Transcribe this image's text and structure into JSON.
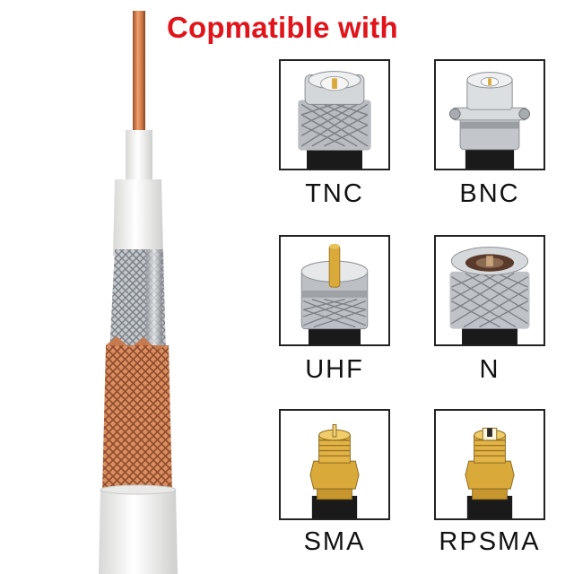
{
  "title": "Copmatible with",
  "connectors": [
    {
      "label": "TNC",
      "icon": "tnc-connector-icon"
    },
    {
      "label": "BNC",
      "icon": "bnc-connector-icon"
    },
    {
      "label": "UHF",
      "icon": "uhf-connector-icon"
    },
    {
      "label": "N",
      "icon": "n-connector-icon"
    },
    {
      "label": "SMA",
      "icon": "sma-connector-icon"
    },
    {
      "label": "RPSMA",
      "icon": "rpsma-connector-icon"
    }
  ],
  "colors": {
    "title": "#e0141a",
    "copper": "#c9784a",
    "silver": "#c8ccd0",
    "gold": "#d9a93a",
    "jacket": "#f2f2f0",
    "cable_black": "#1a1a1a"
  }
}
